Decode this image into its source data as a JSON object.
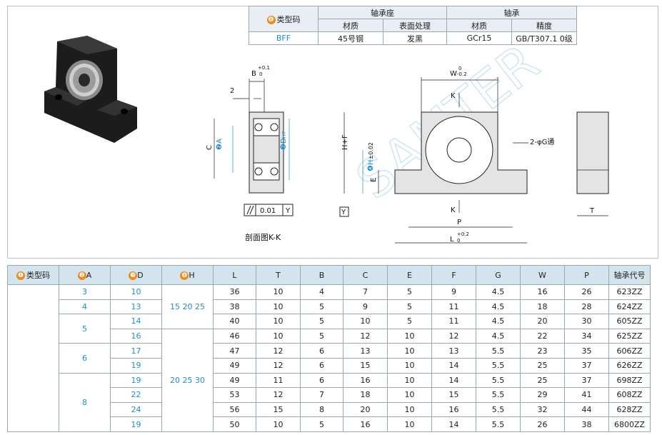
{
  "spec": {
    "type_header": "类型码",
    "seat_header": "轴承座",
    "bearing_header": "轴承",
    "material_header": "材质",
    "surface_header": "表面处理",
    "material_header2": "材质",
    "precision_header": "精度",
    "type_value": "BFF",
    "seat_material": "45号钢",
    "surface": "发黑",
    "bearing_material": "GCr15",
    "precision": "GB/T307.1 0级"
  },
  "drawing": {
    "dim_b": "B",
    "dim_b_tol_upper": "+0.1",
    "dim_b_tol_lower": "0",
    "dim_2": "2",
    "dim_c": "C",
    "dim_a": "A",
    "dim_d": "D",
    "dim_d_fit": "H7",
    "gdt_flatness": "0.01",
    "gdt_datum": "Y",
    "section_label": "剖面图K-K",
    "dim_w": "W",
    "dim_w_tol_upper": "0",
    "dim_w_tol_lower": "-0.2",
    "label_k_top": "K",
    "label_k_bottom": "K",
    "dim_hole": "2-φG通",
    "dim_hf": "H+F",
    "dim_h": "H",
    "dim_h_tol": "±0.02",
    "dim_e": "E",
    "datum_y": "Y",
    "dim_p": "P",
    "dim_l": "L",
    "dim_l_tol_upper": "+0.2",
    "dim_l_tol_lower": "0",
    "dim_t": "T",
    "watermark": "SAMTER"
  },
  "circled": [
    "❶",
    "❷",
    "❸",
    "❹"
  ],
  "table": {
    "headers": [
      "类型码",
      "A",
      "D",
      "H",
      "L",
      "T",
      "B",
      "C",
      "E",
      "F",
      "G",
      "W",
      "P",
      "轴承代号"
    ],
    "h_group1": "15 20 25",
    "h_group2": "20 25 30",
    "rows": [
      {
        "A": "3",
        "D": "10",
        "L": "36",
        "T": "10",
        "B": "4",
        "C": "7",
        "E": "5",
        "F": "9",
        "G": "4.5",
        "W": "16",
        "P": "26",
        "code": "623ZZ"
      },
      {
        "A": "4",
        "D": "13",
        "L": "38",
        "T": "10",
        "B": "5",
        "C": "9",
        "E": "5",
        "F": "11",
        "G": "4.5",
        "W": "18",
        "P": "28",
        "code": "624ZZ"
      },
      {
        "A": "5",
        "D": "14",
        "L": "40",
        "T": "10",
        "B": "5",
        "C": "10",
        "E": "5",
        "F": "11",
        "G": "4.5",
        "W": "20",
        "P": "30",
        "code": "605ZZ"
      },
      {
        "A": "",
        "D": "16",
        "L": "46",
        "T": "10",
        "B": "5",
        "C": "12",
        "E": "10",
        "F": "12",
        "G": "4.5",
        "W": "22",
        "P": "34",
        "code": "625ZZ"
      },
      {
        "A": "6",
        "D": "17",
        "L": "47",
        "T": "12",
        "B": "6",
        "C": "13",
        "E": "10",
        "F": "13",
        "G": "5.5",
        "W": "23",
        "P": "35",
        "code": "606ZZ"
      },
      {
        "A": "",
        "D": "19",
        "L": "49",
        "T": "12",
        "B": "6",
        "C": "15",
        "E": "10",
        "F": "14",
        "G": "5.5",
        "W": "25",
        "P": "37",
        "code": "626ZZ"
      },
      {
        "A": "8",
        "D": "19",
        "L": "49",
        "T": "11",
        "B": "6",
        "C": "16",
        "E": "10",
        "F": "14",
        "G": "5.5",
        "W": "25",
        "P": "37",
        "code": "698ZZ"
      },
      {
        "A": "",
        "D": "22",
        "L": "53",
        "T": "12",
        "B": "7",
        "C": "18",
        "E": "10",
        "F": "15",
        "G": "5.5",
        "W": "29",
        "P": "41",
        "code": "608ZZ"
      },
      {
        "A": "",
        "D": "24",
        "L": "56",
        "T": "15",
        "B": "8",
        "C": "20",
        "E": "10",
        "F": "16",
        "G": "5.5",
        "W": "32",
        "P": "44",
        "code": "628ZZ"
      },
      {
        "A": "",
        "D": "19",
        "L": "50",
        "T": "10",
        "B": "5",
        "C": "16",
        "E": "10",
        "F": "14",
        "G": "5.5",
        "W": "26",
        "P": "38",
        "code": "6800ZZ"
      }
    ]
  }
}
